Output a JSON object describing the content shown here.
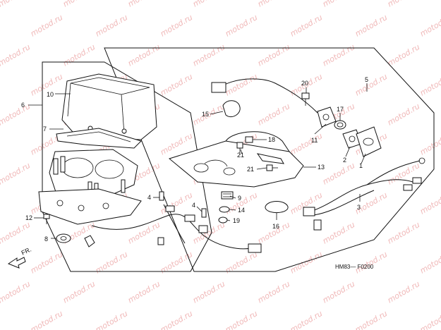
{
  "watermark": "motod.ru",
  "drawing_code": "HM83— F0200",
  "front_marker": "FR.",
  "callouts": {
    "c1": "1",
    "c2": "2",
    "c3": "3",
    "c4a": "4",
    "c4b": "4",
    "c5": "5",
    "c6": "6",
    "c7": "7",
    "c8": "8",
    "c9": "9",
    "c10": "10",
    "c11": "11",
    "c12": "12",
    "c13": "13",
    "c14": "14",
    "c15": "15",
    "c16": "16",
    "c17": "17",
    "c18": "18",
    "c19": "19",
    "c20": "20",
    "c21a": "21",
    "c21b": "21"
  }
}
